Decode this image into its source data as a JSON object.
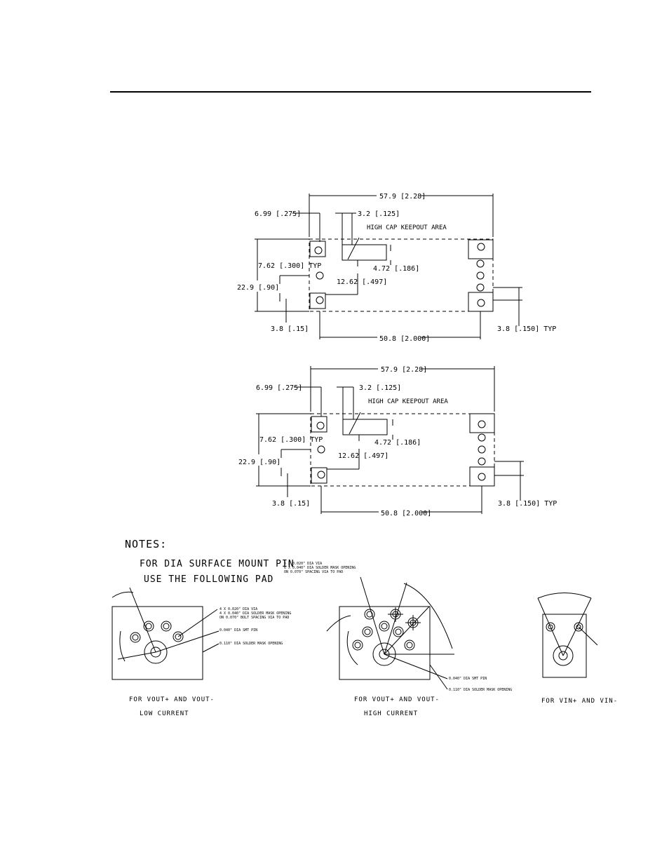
{
  "top_view": {
    "width_dim": "57.9 [2.28]",
    "left_inset_dim": "6.99 [.275]",
    "small_gap_dim": "3.2 [.125]",
    "keepout_label": "HIGH CAP KEEPOUT AREA",
    "keepout_height_dim": "4.72 [.186]",
    "pin_pitch_dim": "7.62 [.300] TYP",
    "height_dim": "22.9 [.90]",
    "keepout_offset_dim": "12.62 [.497]",
    "bottom_offset_dim": "3.8 [.15]",
    "pin_span_dim": "50.8 [2.000]",
    "right_offset_dim": "3.8 [.150] TYP"
  },
  "bottom_view": {
    "width_dim": "57.9 [2.28]",
    "left_inset_dim": "6.99 [.275]",
    "small_gap_dim": "3.2 [.125]",
    "keepout_label": "HIGH CAP KEEPOUT AREA",
    "keepout_height_dim": "4.72 [.186]",
    "pin_pitch_dim": "7.62 [.300] TYP",
    "height_dim": "22.9 [.90]",
    "keepout_offset_dim": "12.62 [.497]",
    "bottom_offset_dim": "3.8 [.15]",
    "pin_span_dim": "50.8 [2.000]",
    "right_offset_dim": "3.8 [.150] TYP"
  },
  "notes": {
    "heading": "NOTES:",
    "line1": "FOR DIA SURFACE MOUNT PIN",
    "line2": "USE THE FOLLOWING PAD"
  },
  "pad_low": {
    "callout1": "4 X 0.020\" DIA VIA",
    "callout2": "4 X 0.040\" DIA SOLDER MASK OPENING",
    "callout3": "ON 0.070\" BOLT SPACING VIA TO PAD",
    "callout4": "0.040\" DIA SMT PIN",
    "callout5": "0.110\" DIA SOLDER MASK OPENING",
    "caption1": "FOR VOUT+ AND VOUT-",
    "caption2": "LOW CURRENT"
  },
  "pad_high": {
    "callout1": "6 X 0.020\" DIA VIA",
    "callout2": "6 X 0.040\" DIA SOLDER MASK OPENING",
    "callout3": "ON 0.070\" SPACING VIA TO PAD",
    "callout4": "0.040\" DIA SMT PIN",
    "callout5": "0.110\" DIA SOLDER MASK OPENING",
    "caption1": "FOR VOUT+ AND VOUT-",
    "caption2": "HIGH CURRENT"
  },
  "pad_vin": {
    "caption1": "FOR VIN+ AND VIN-"
  }
}
